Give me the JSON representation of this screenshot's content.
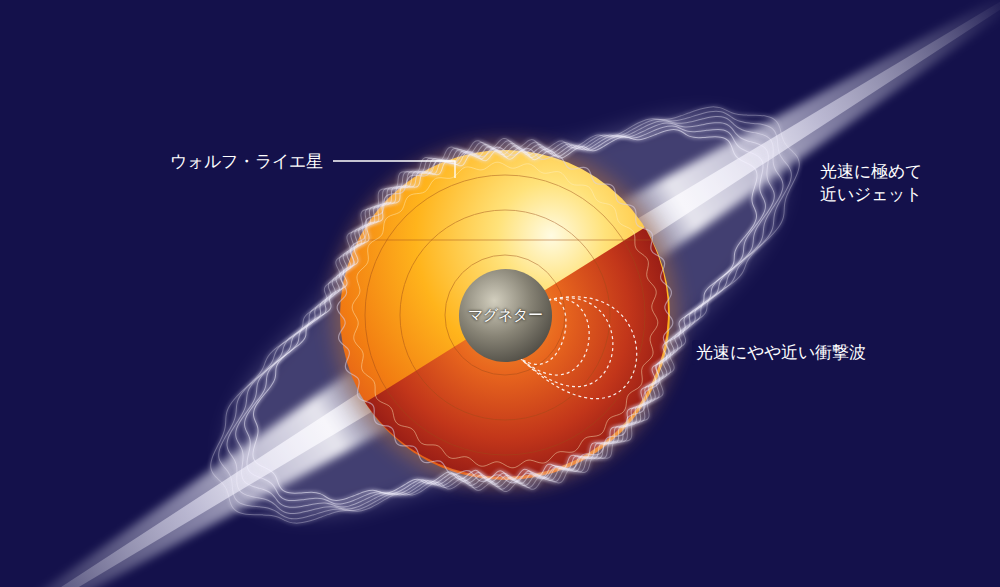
{
  "diagram": {
    "nodes": [
      {
        "text": [
          "マグネター"
        ]
      }
    ],
    "labels": [
      "ウォルフ・ライエ星",
      "光速に極めて 近いジェット",
      "光速にやや近い衝撃波"
    ]
  }
}
